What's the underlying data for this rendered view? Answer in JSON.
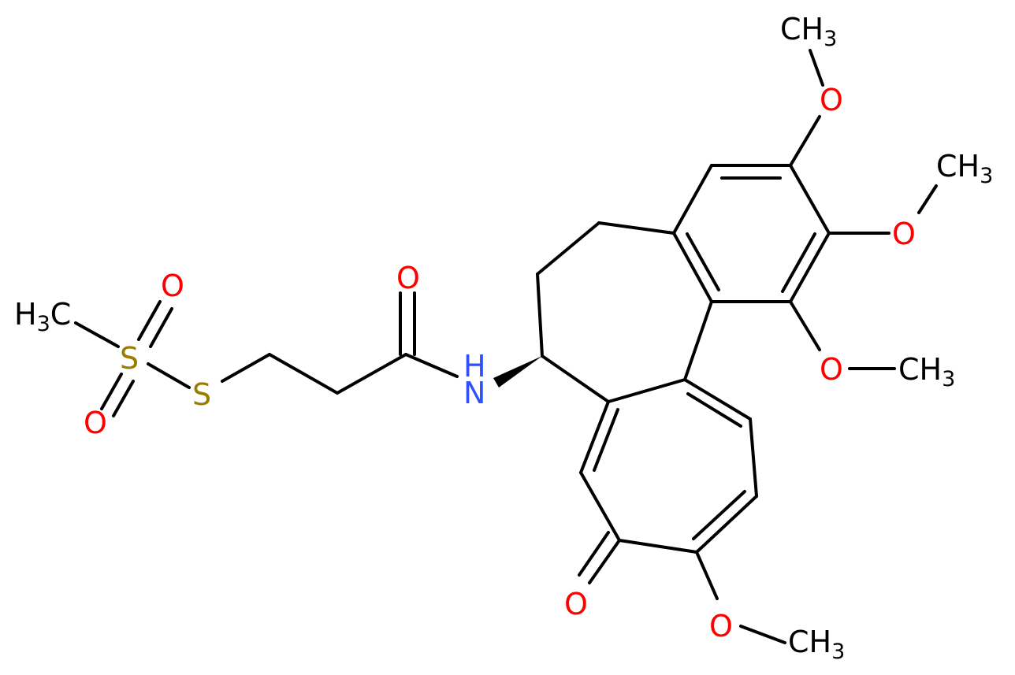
{
  "colors": {
    "bond": "#000000",
    "oxygen": "#ff0000",
    "nitrogen": "#3050f8",
    "sulfur": "#9a7d00",
    "carbon": "#000000"
  },
  "labels": {
    "ch3_top": {
      "main": "CH",
      "sub": "3"
    },
    "o_top": "O",
    "ch3_mid": {
      "main": "CH",
      "sub": "3"
    },
    "o_mid": "O",
    "o_right": "O",
    "ch3_right": {
      "main": "CH",
      "sub": "3"
    },
    "o_bottom": "O",
    "ch3_bottom": {
      "main": "CH",
      "sub": "3"
    },
    "o_ketone": "O",
    "nh": "H",
    "n": "N",
    "o_amide": "O",
    "s_thio": "S",
    "s_sulfonyl": "S",
    "o_sulfonyl_top": "O",
    "o_sulfonyl_bottom": "O",
    "h3c_left": {
      "pre": "H",
      "sub": "3",
      "post": "C"
    }
  }
}
